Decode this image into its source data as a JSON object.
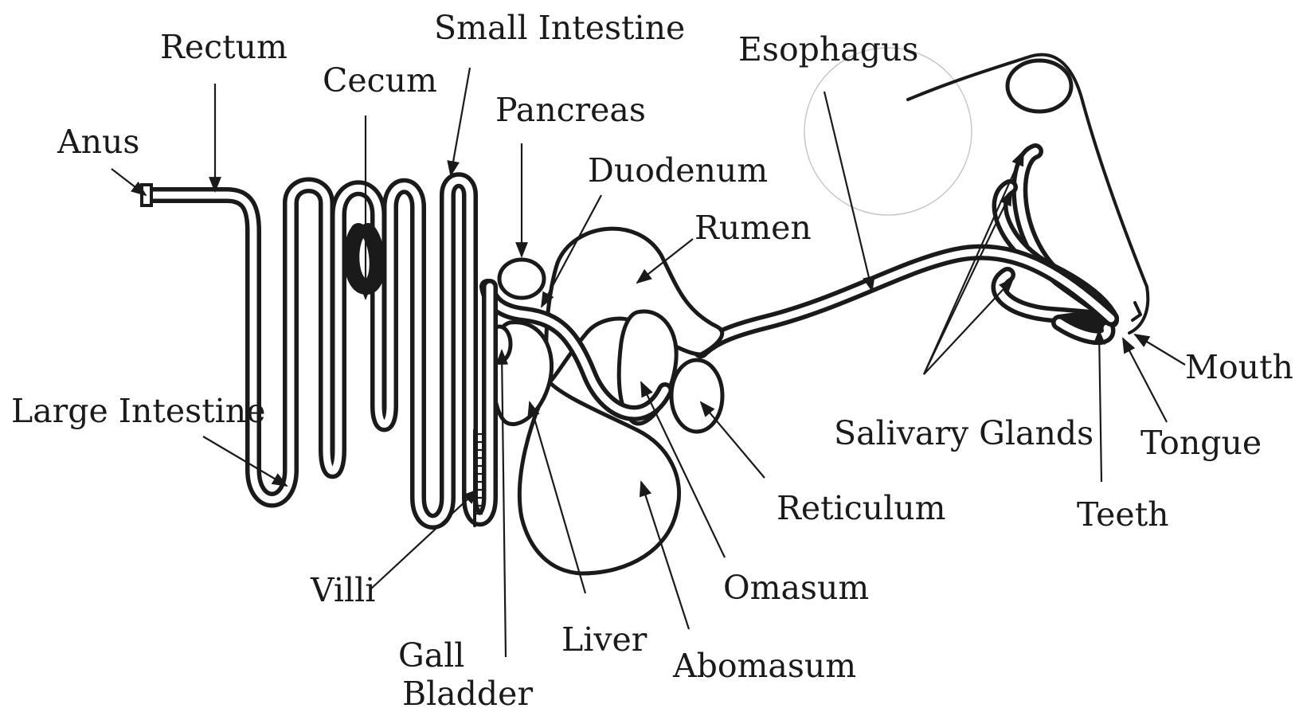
{
  "labels": {
    "rectum": "Rectum",
    "small_intestine": "Small Intestine",
    "esophagus": "Esophagus",
    "cecum": "Cecum",
    "pancreas": "Pancreas",
    "anus": "Anus",
    "duodenum": "Duodenum",
    "rumen": "Rumen",
    "large_intestine": "Large Intestine",
    "salivary_glands": "Salivary Glands",
    "mouth": "Mouth",
    "tongue": "Tongue",
    "reticulum": "Reticulum",
    "teeth": "Teeth",
    "villi": "Villi",
    "omasum": "Omasum",
    "liver": "Liver",
    "abomasum": "Abomasum",
    "gall": "Gall",
    "bladder": "Bladder"
  },
  "colors": {
    "ink": "#1a1a1a",
    "background": "#ffffff"
  }
}
